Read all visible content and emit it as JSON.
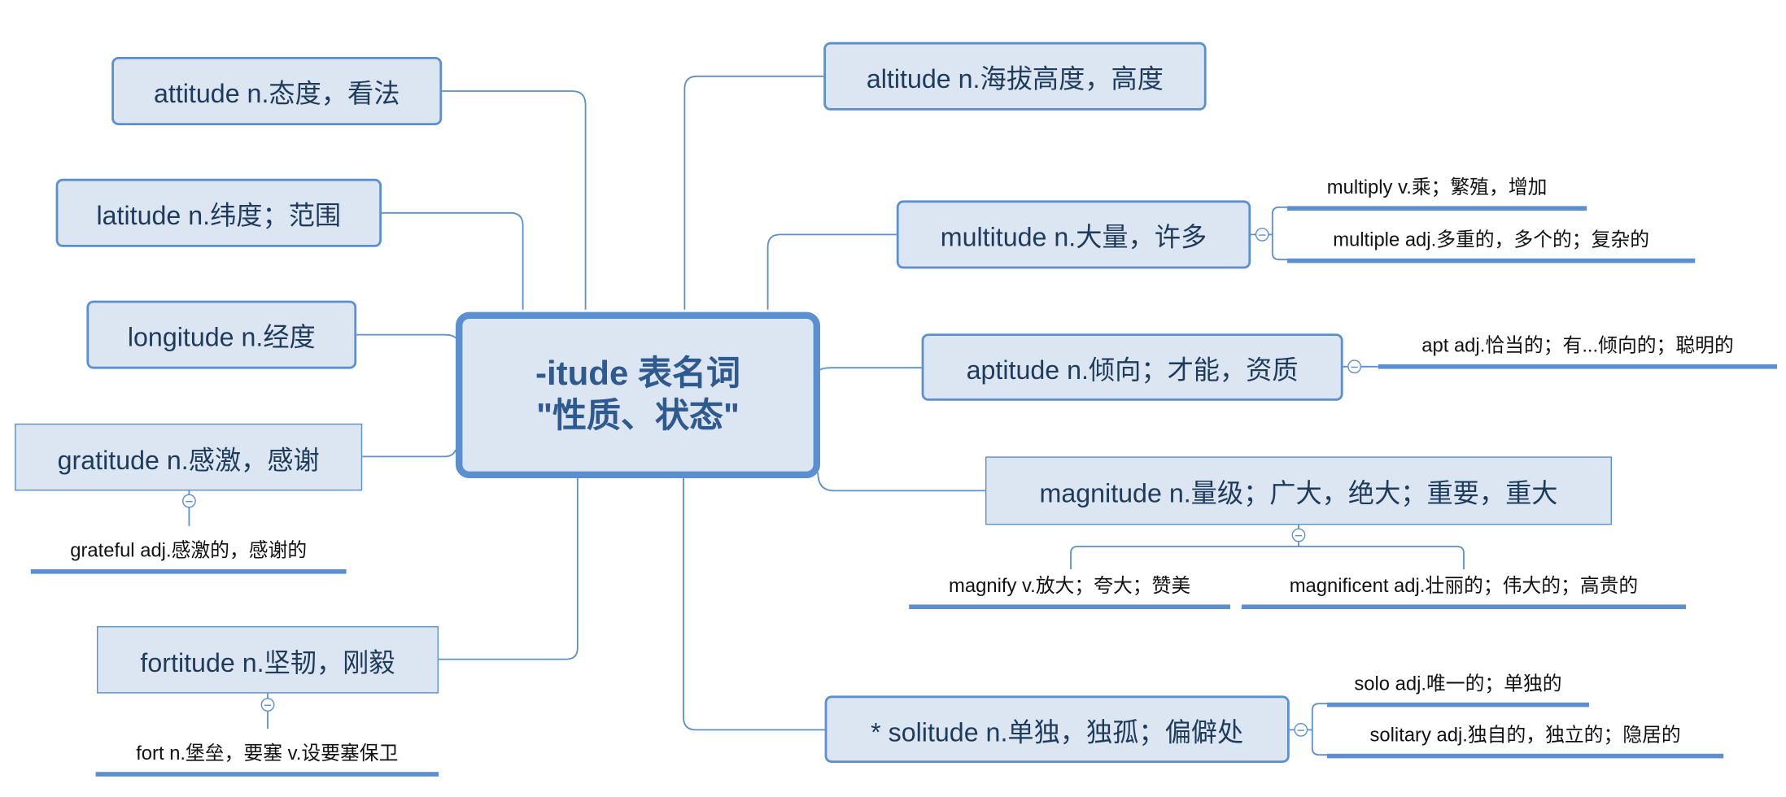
{
  "center": {
    "line1": "-itude 表名词",
    "line2": "\"性质、状态\""
  },
  "nodes": {
    "attitude": "attitude n.态度，看法",
    "latitude": "latitude n.纬度；范围",
    "longitude": "longitude n.经度",
    "gratitude": "gratitude n.感激，感谢",
    "fortitude": "fortitude n.坚韧，刚毅",
    "altitude": "altitude n.海拔高度，高度",
    "multitude": "multitude n.大量，许多",
    "aptitude": "aptitude n.倾向；才能，资质",
    "magnitude": "magnitude n.量级；广大，绝大；重要，重大",
    "solitude": "* solitude n.单独，独孤；偏僻处"
  },
  "leaves": {
    "grateful": "grateful adj.感激的，感谢的",
    "fort": "fort n.堡垒，要塞 v.设要塞保卫",
    "multiply": "multiply v.乘；繁殖，增加",
    "multiple": "multiple adj.多重的，多个的；复杂的",
    "apt": "apt adj.恰当的；有...倾向的；聪明的",
    "magnify": "magnify v.放大；夸大；赞美",
    "magnificent": "magnificent adj.壮丽的；伟大的；高贵的",
    "solo": "solo adj.唯一的；单独的",
    "solitary": "solitary adj.独自的，独立的；隐居的"
  },
  "colors": {
    "accent": "#5b8fd0",
    "node_fill": "#dce6f2",
    "text": "#1f3b5c"
  }
}
